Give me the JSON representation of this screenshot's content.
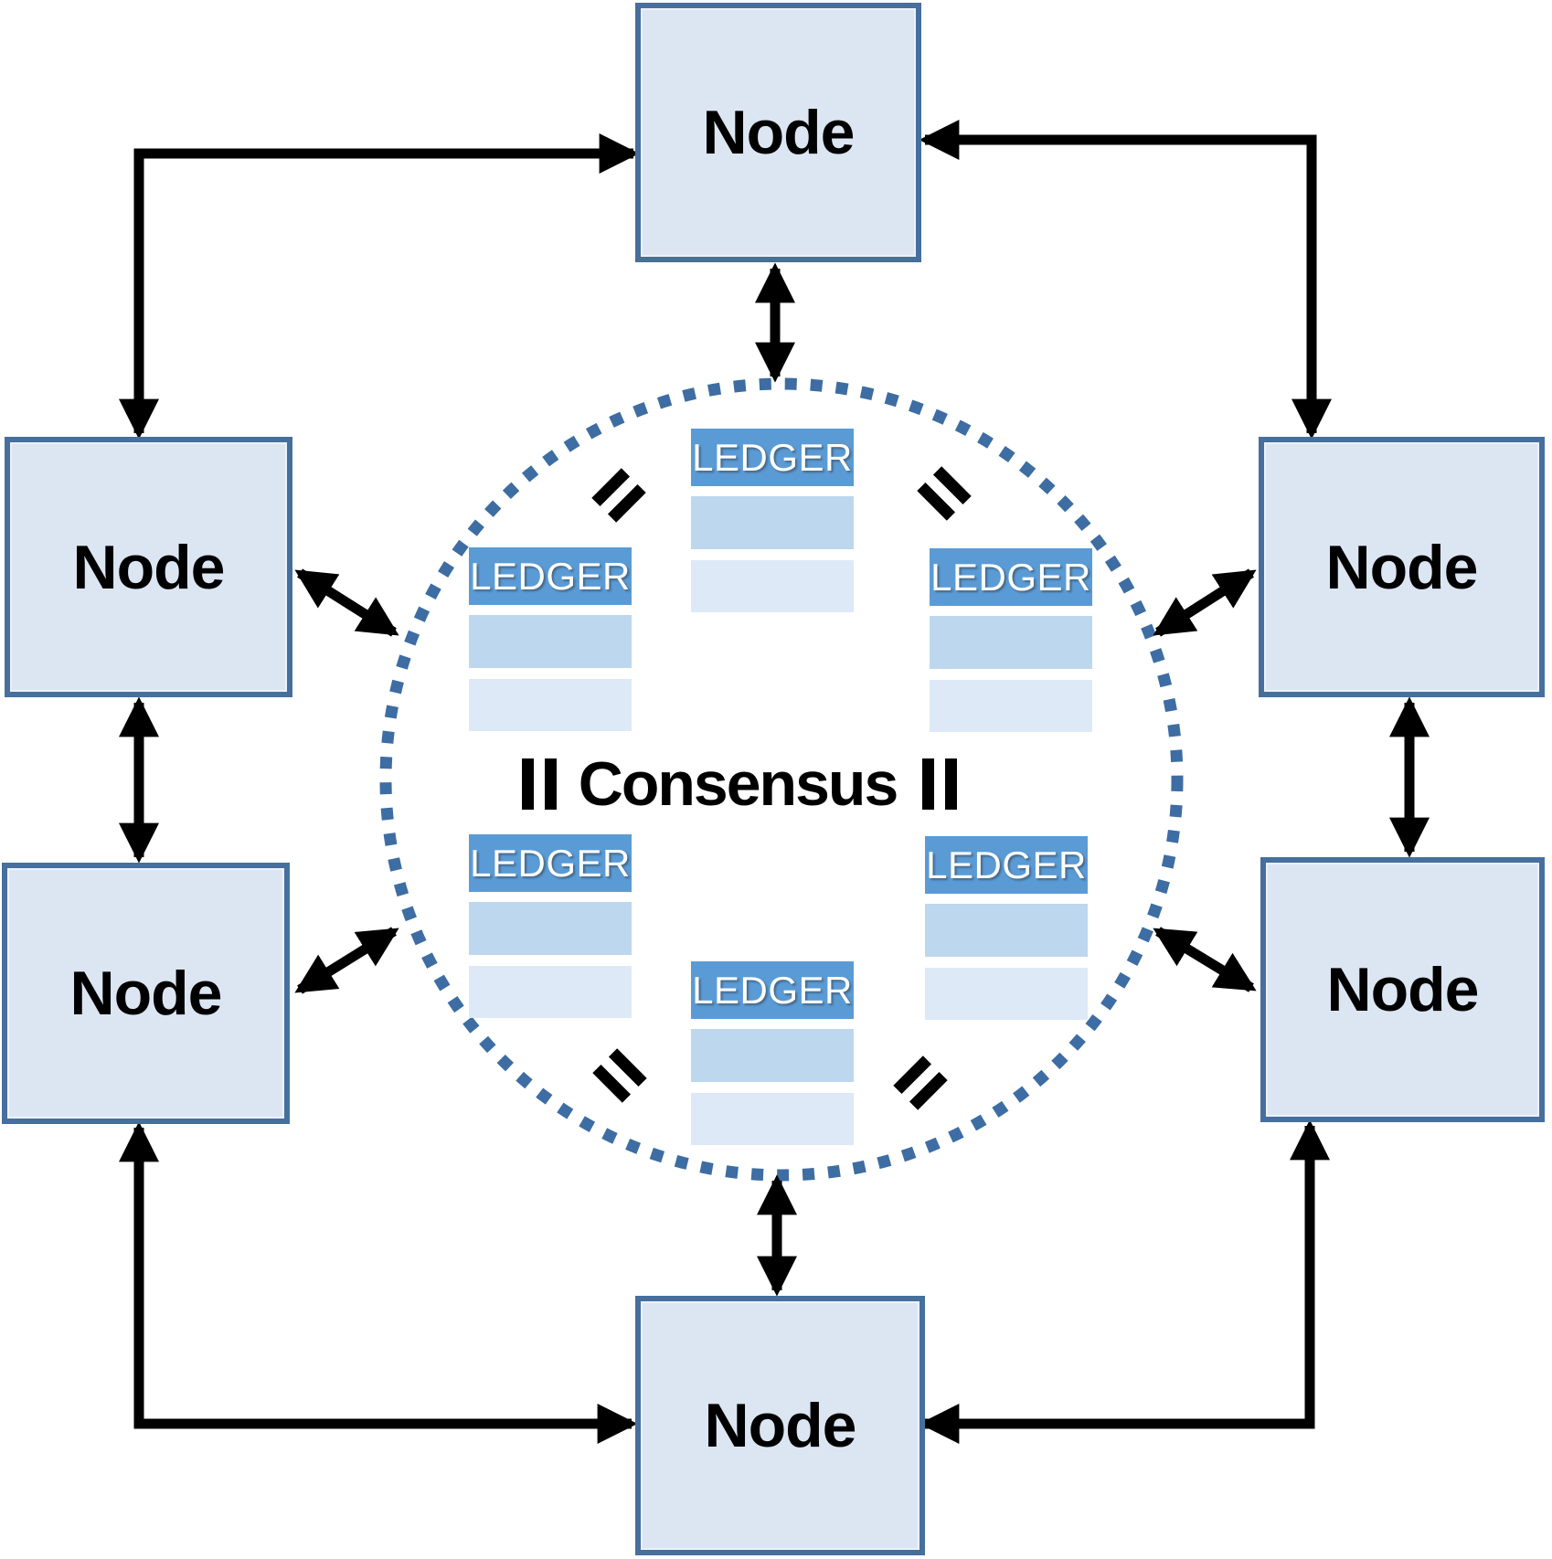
{
  "diagram": {
    "consensus": {
      "label": "Consensus"
    },
    "nodes": [
      {
        "id": "top",
        "label": "Node"
      },
      {
        "id": "left-upper",
        "label": "Node"
      },
      {
        "id": "right-upper",
        "label": "Node"
      },
      {
        "id": "left-lower",
        "label": "Node"
      },
      {
        "id": "right-lower",
        "label": "Node"
      },
      {
        "id": "bottom",
        "label": "Node"
      }
    ],
    "ledgers": [
      {
        "id": "top-center",
        "title": "LEDGER"
      },
      {
        "id": "mid-left",
        "title": "LEDGER"
      },
      {
        "id": "mid-right",
        "title": "LEDGER"
      },
      {
        "id": "lower-left",
        "title": "LEDGER"
      },
      {
        "id": "lower-right",
        "title": "LEDGER"
      },
      {
        "id": "bottom-center",
        "title": "LEDGER"
      }
    ],
    "icons": {
      "equals_symbol": "=",
      "equals_marks": 6,
      "double_arrows": 8,
      "elbow_double_arrows": 4,
      "dotted_circle": "consensus-ring"
    },
    "colors": {
      "background": "#ffffff",
      "node_fill": "#dce6f2",
      "node_border": "#466f9d",
      "ledger_header": "#5b9bd5",
      "ledger_row_medium": "#bdd7ee",
      "ledger_row_light": "#dde9f6",
      "ring_dots": "#3d6da3",
      "arrow": "#000000",
      "ledger_text": "#ffffff",
      "label_text": "#000000"
    }
  }
}
